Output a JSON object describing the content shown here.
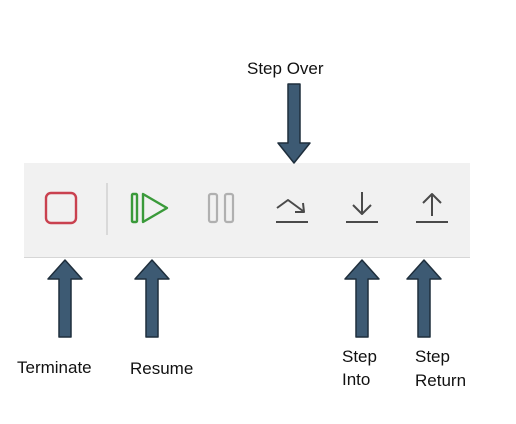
{
  "annotations": {
    "step_over": "Step Over",
    "terminate": "Terminate",
    "resume": "Resume",
    "step_into_line1": "Step",
    "step_into_line2": "Into",
    "step_return_line1": "Step",
    "step_return_line2": "Return"
  },
  "toolbar": {
    "items": [
      {
        "icon": "terminate-icon",
        "color": "#c9414f"
      },
      {
        "icon": "resume-icon",
        "color": "#3a9a3a"
      },
      {
        "icon": "suspend-icon",
        "color": "#b0b0b0",
        "state": "disabled"
      },
      {
        "icon": "step-over-icon",
        "color": "#4a4a4a"
      },
      {
        "icon": "step-into-icon",
        "color": "#4a4a4a"
      },
      {
        "icon": "step-return-icon",
        "color": "#4a4a4a"
      }
    ]
  },
  "colors": {
    "arrow_fill": "#3d5a73",
    "arrow_stroke": "#1e2e3c",
    "toolbar_bg": "#f1f1f1"
  }
}
